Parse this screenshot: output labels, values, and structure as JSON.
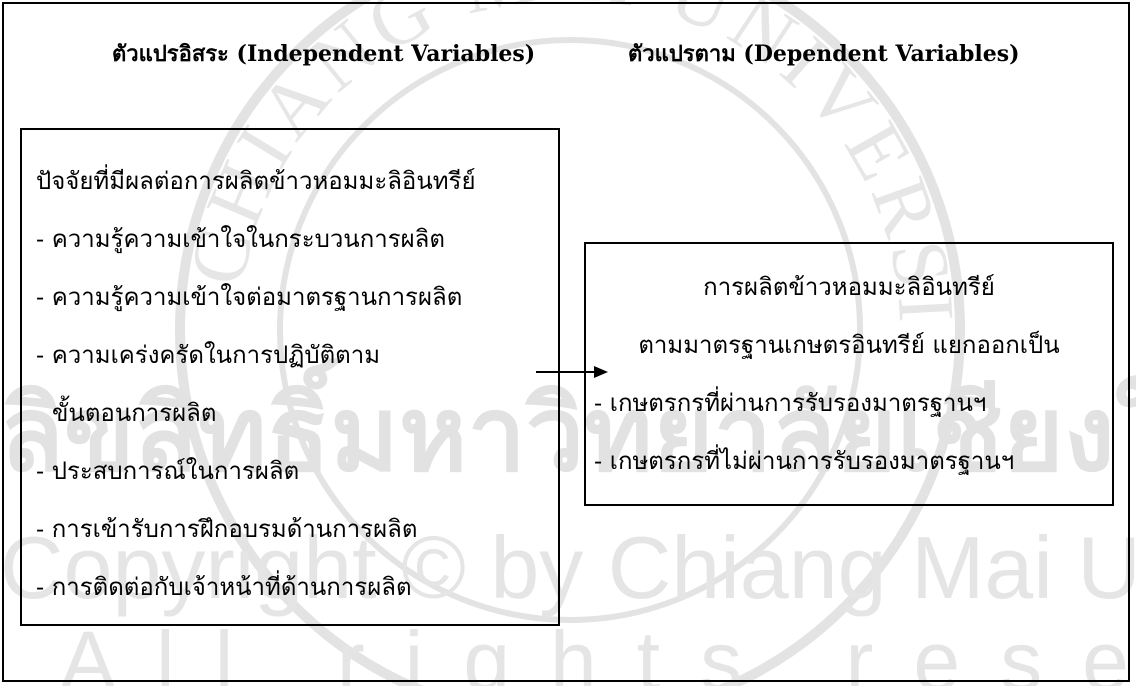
{
  "diagram": {
    "heading_independent": "ตัวแปรอิสระ (Independent Variables)",
    "heading_dependent": "ตัวแปรตาม (Dependent Variables)",
    "independent_box": {
      "title": "ปัจจัยที่มีผลต่อการผลิตข้าวหอมมะลิอินทรีย์",
      "items": [
        "- ความรู้ความเข้าใจในกระบวนการผลิต",
        "- ความรู้ความเข้าใจต่อมาตรฐานการผลิต",
        "- ความเคร่งครัดในการปฏิบัติตาม",
        "ขั้นตอนการผลิต",
        "- ประสบการณ์ในการผลิต",
        "- การเข้ารับการฝึกอบรมด้านการผลิต",
        "- การติดต่อกับเจ้าหน้าที่ด้านการผลิต"
      ]
    },
    "dependent_box": {
      "title_line1": "การผลิตข้าวหอมมะลิอินทรีย์",
      "title_line2": "ตามมาตรฐานเกษตรอินทรีย์ แยกออกเป็น",
      "items": [
        "- เกษตรกรที่ผ่านการรับรองมาตรฐานฯ",
        "- เกษตรกรที่ไม่ผ่านการรับรองมาตรฐานฯ"
      ]
    }
  },
  "watermark": {
    "line1": "ลิขสิทธิ์มหาวิทยาลัยเชียงใหม่",
    "line2": "Copyright © by Chiang Mai University",
    "line3": "All rights reserved",
    "seal_text": "CHIANG MAI UNIVERSITY",
    "color": "#d9d9d9"
  }
}
